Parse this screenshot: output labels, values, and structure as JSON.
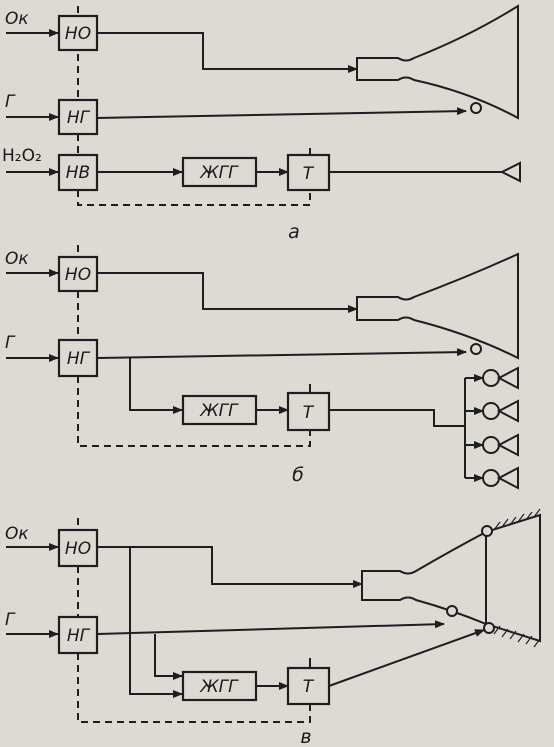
{
  "diagrams": [
    {
      "id": "a",
      "caption": "а",
      "inputs": [
        "Ок",
        "Г",
        "H₂O₂"
      ],
      "units": [
        "НО",
        "НГ",
        "НВ",
        "ЖГГ",
        "Т"
      ]
    },
    {
      "id": "b",
      "caption": "б",
      "inputs": [
        "Ок",
        "Г"
      ],
      "units": [
        "НО",
        "НГ",
        "ЖГГ",
        "Т"
      ]
    },
    {
      "id": "c",
      "caption": "в",
      "inputs": [
        "Ок",
        "Г"
      ],
      "units": [
        "НО",
        "НГ",
        "ЖГГ",
        "Т"
      ]
    }
  ]
}
